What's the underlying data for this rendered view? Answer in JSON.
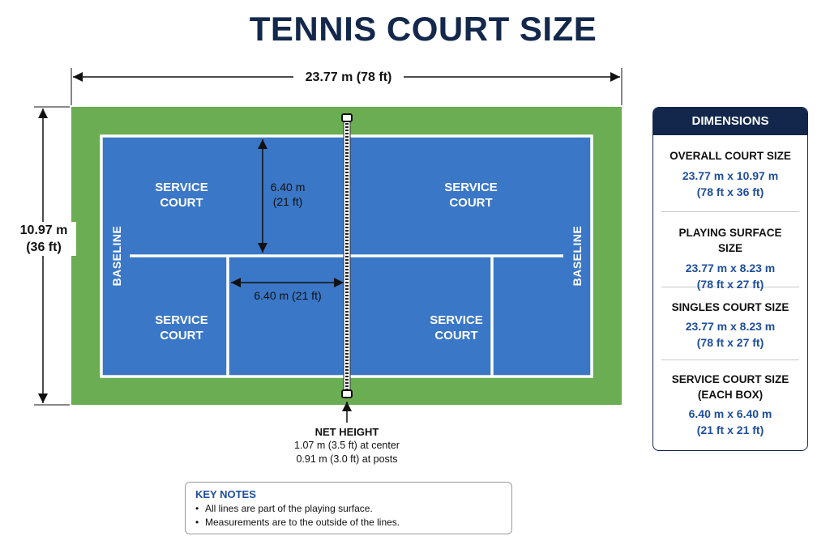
{
  "title": "TENNIS COURT SIZE",
  "overall_length_label": "23.77 m (78 ft)",
  "overall_width_label": [
    "10.97 m",
    "(36 ft)"
  ],
  "court": {
    "colors": {
      "surround": "#6aad52",
      "court": "#3a77c6",
      "lines": "#ffffff",
      "net": "#222222"
    },
    "service_court_label": [
      "SERVICE",
      "COURT"
    ],
    "baseline_label": "BASELINE",
    "service_length_label": [
      "6.40 m",
      "(21 ft)"
    ],
    "service_width_label": "6.40 m (21 ft)"
  },
  "net_height": {
    "title": "NET HEIGHT",
    "center": "1.07 m (3.5 ft) at center",
    "posts": "0.91 m (3.0 ft) at posts"
  },
  "key_notes": {
    "title": "KEY NOTES",
    "items": [
      "All lines are part of the playing surface.",
      "Measurements are to the outside of the lines."
    ]
  },
  "dimensions_panel": {
    "header": "DIMENSIONS",
    "sections": [
      {
        "label": [
          "OVERALL COURT SIZE"
        ],
        "value": [
          "23.77 m x 10.97 m",
          "(78 ft x 36 ft)"
        ]
      },
      {
        "label": [
          "PLAYING SURFACE SIZE"
        ],
        "value": [
          "23.77 m x 8.23 m",
          "(78 ft x 27 ft)"
        ]
      },
      {
        "label": [
          "SINGLES COURT SIZE"
        ],
        "value": [
          "23.77 m x 8.23 m",
          "(78 ft x 27 ft)"
        ]
      },
      {
        "label": [
          "SERVICE COURT SIZE",
          "(EACH BOX)"
        ],
        "value": [
          "6.40 m x 6.40 m",
          "(21 ft x 21 ft)"
        ]
      }
    ]
  }
}
